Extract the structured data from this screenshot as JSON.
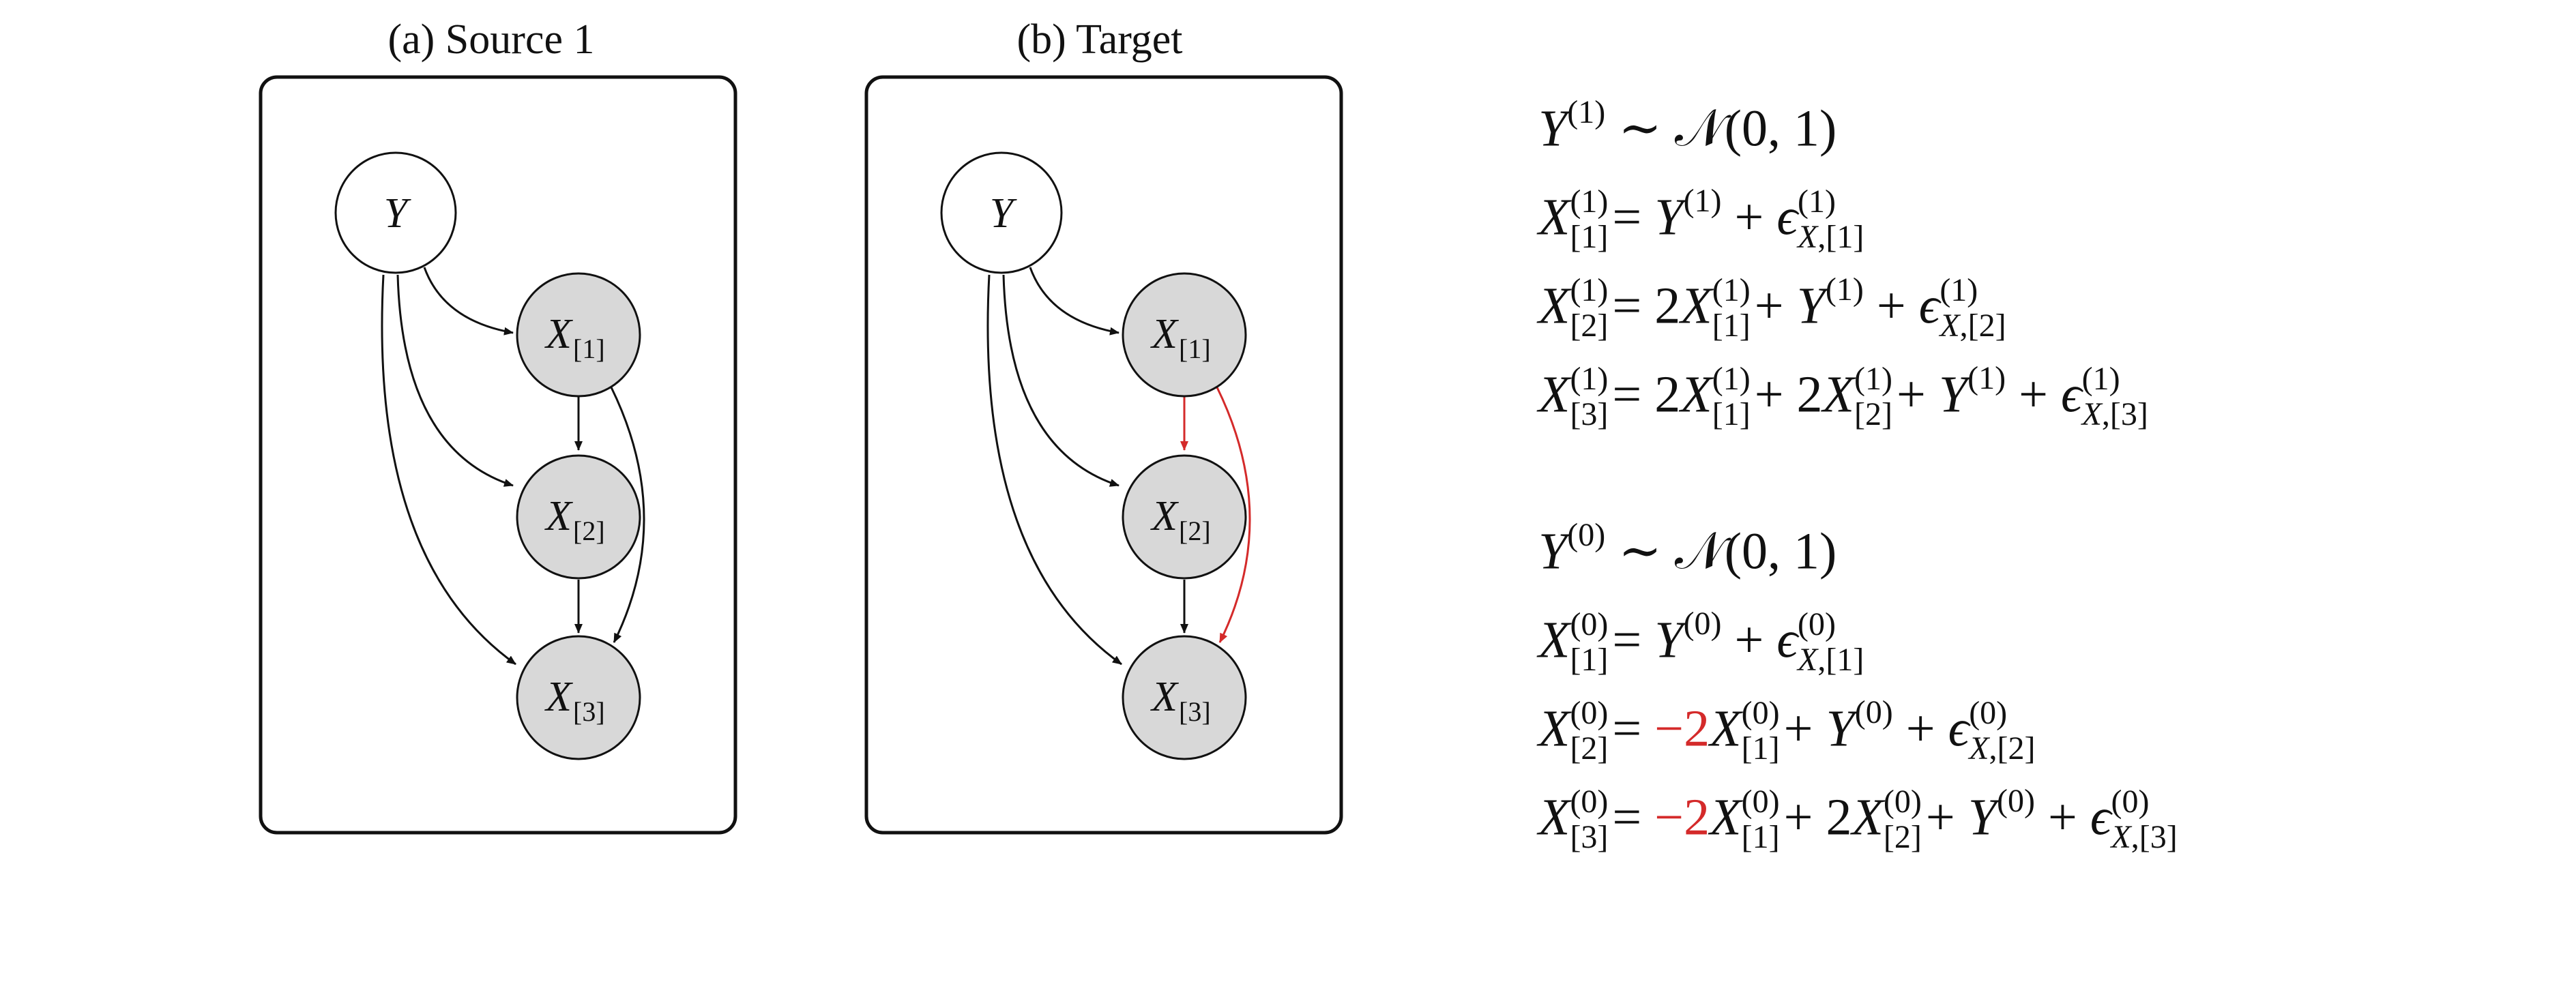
{
  "panels": [
    {
      "title": "(a) Source 1"
    },
    {
      "title": "(b) Target"
    }
  ],
  "nodes": {
    "y": {
      "var": "Y",
      "sub": ""
    },
    "x1": {
      "var": "X",
      "sub": "[1]"
    },
    "x2": {
      "var": "X",
      "sub": "[2]"
    },
    "x3": {
      "var": "X",
      "sub": "[3]"
    }
  },
  "colors": {
    "node_fill_observed": "#d8d8d8",
    "node_fill_latent": "#ffffff",
    "edge": "#111111",
    "edge_changed": "#d42a2a",
    "coef_changed": "#d42a2a"
  },
  "equations": {
    "source": {
      "y_lhs": "Y",
      "y_sup": "(1)",
      "y_rel": "∼",
      "y_dist": "𝒩(0, 1)",
      "x1_sup": "(1)",
      "x1_sub": "[1]",
      "x1_rhs_a": "= Y",
      "x1_rhs_b": "(1)",
      "x1_rhs_c": "+ ϵ",
      "x1_eps_sup": "(1)",
      "x1_eps_sub": "X,[1]",
      "x2_coef": "2",
      "x2_sup": "(1)",
      "x2_sub": "[2]",
      "x3_coef1": "2",
      "x3_coef2": "2",
      "x3_sup": "(1)",
      "x3_sub": "[3]"
    },
    "target": {
      "y_lhs": "Y",
      "y_sup": "(0)",
      "y_rel": "∼",
      "y_dist": "𝒩(0, 1)",
      "x2_coef": "−2",
      "x3_coef1": "−2",
      "x3_coef2": "2"
    }
  }
}
